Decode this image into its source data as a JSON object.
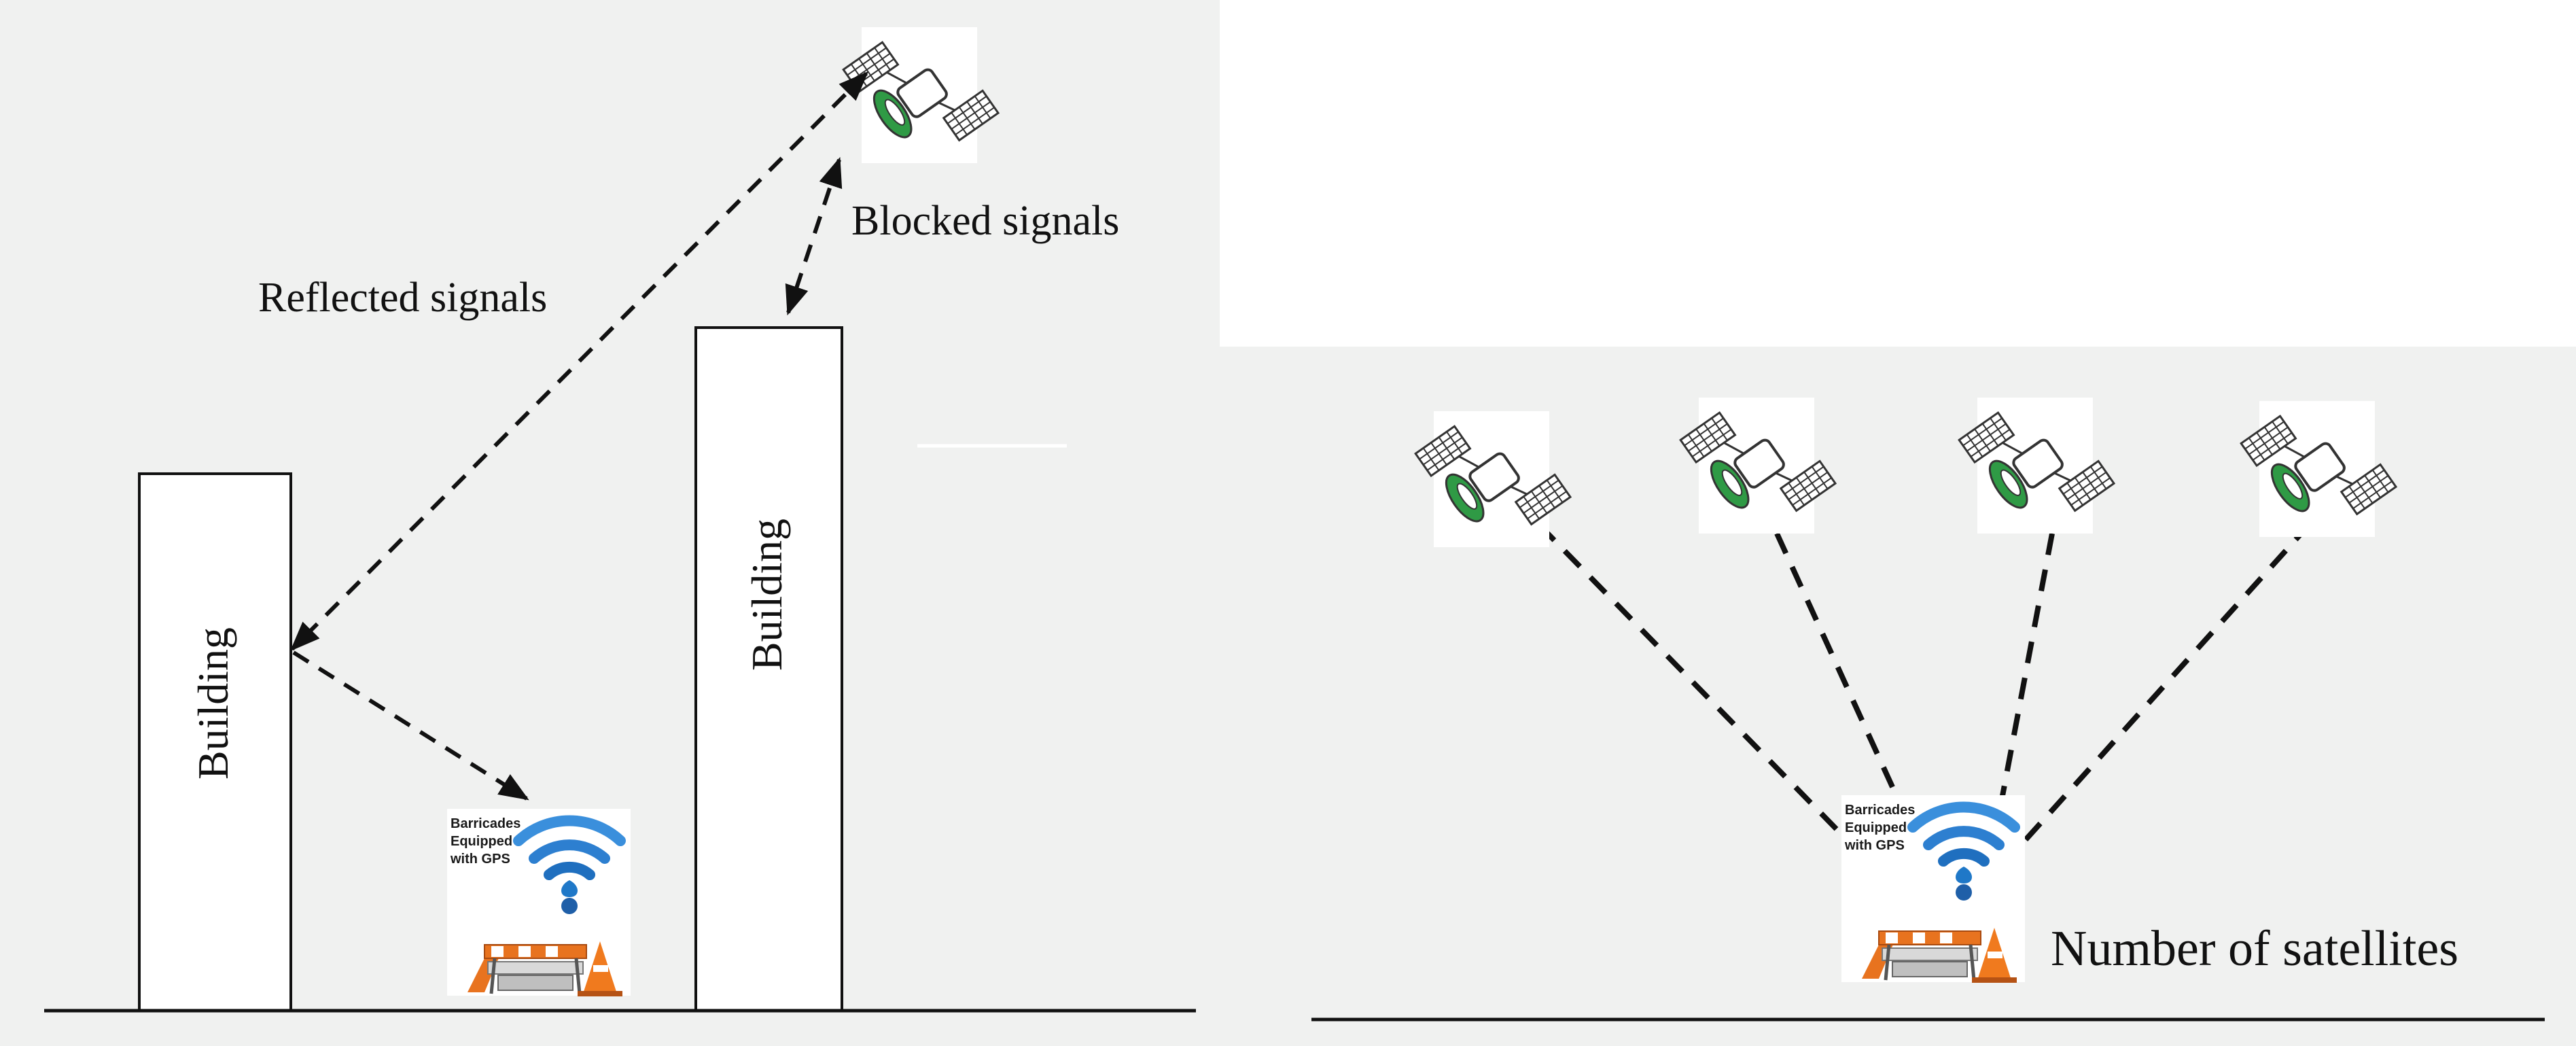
{
  "left_panel": {
    "reflected_label": "Reflected signals",
    "blocked_label": "Blocked signals",
    "building_1_label": "Building",
    "building_2_label": "Building"
  },
  "right_panel": {
    "satellites_label": "Number of satellites"
  },
  "barricade": {
    "line1": "Barricades",
    "line2": "Equipped",
    "line3": "with GPS"
  },
  "icons": {
    "satellite": "satellite-icon",
    "barricade": "barricade-gps-icon",
    "wifi": "wifi-signal-icon"
  },
  "colors": {
    "panel_bg": "#f0f1f0",
    "dish_green": "#2f9a45",
    "wifi_blue": "#1f78c8",
    "barricade_orange": "#e8731f"
  }
}
